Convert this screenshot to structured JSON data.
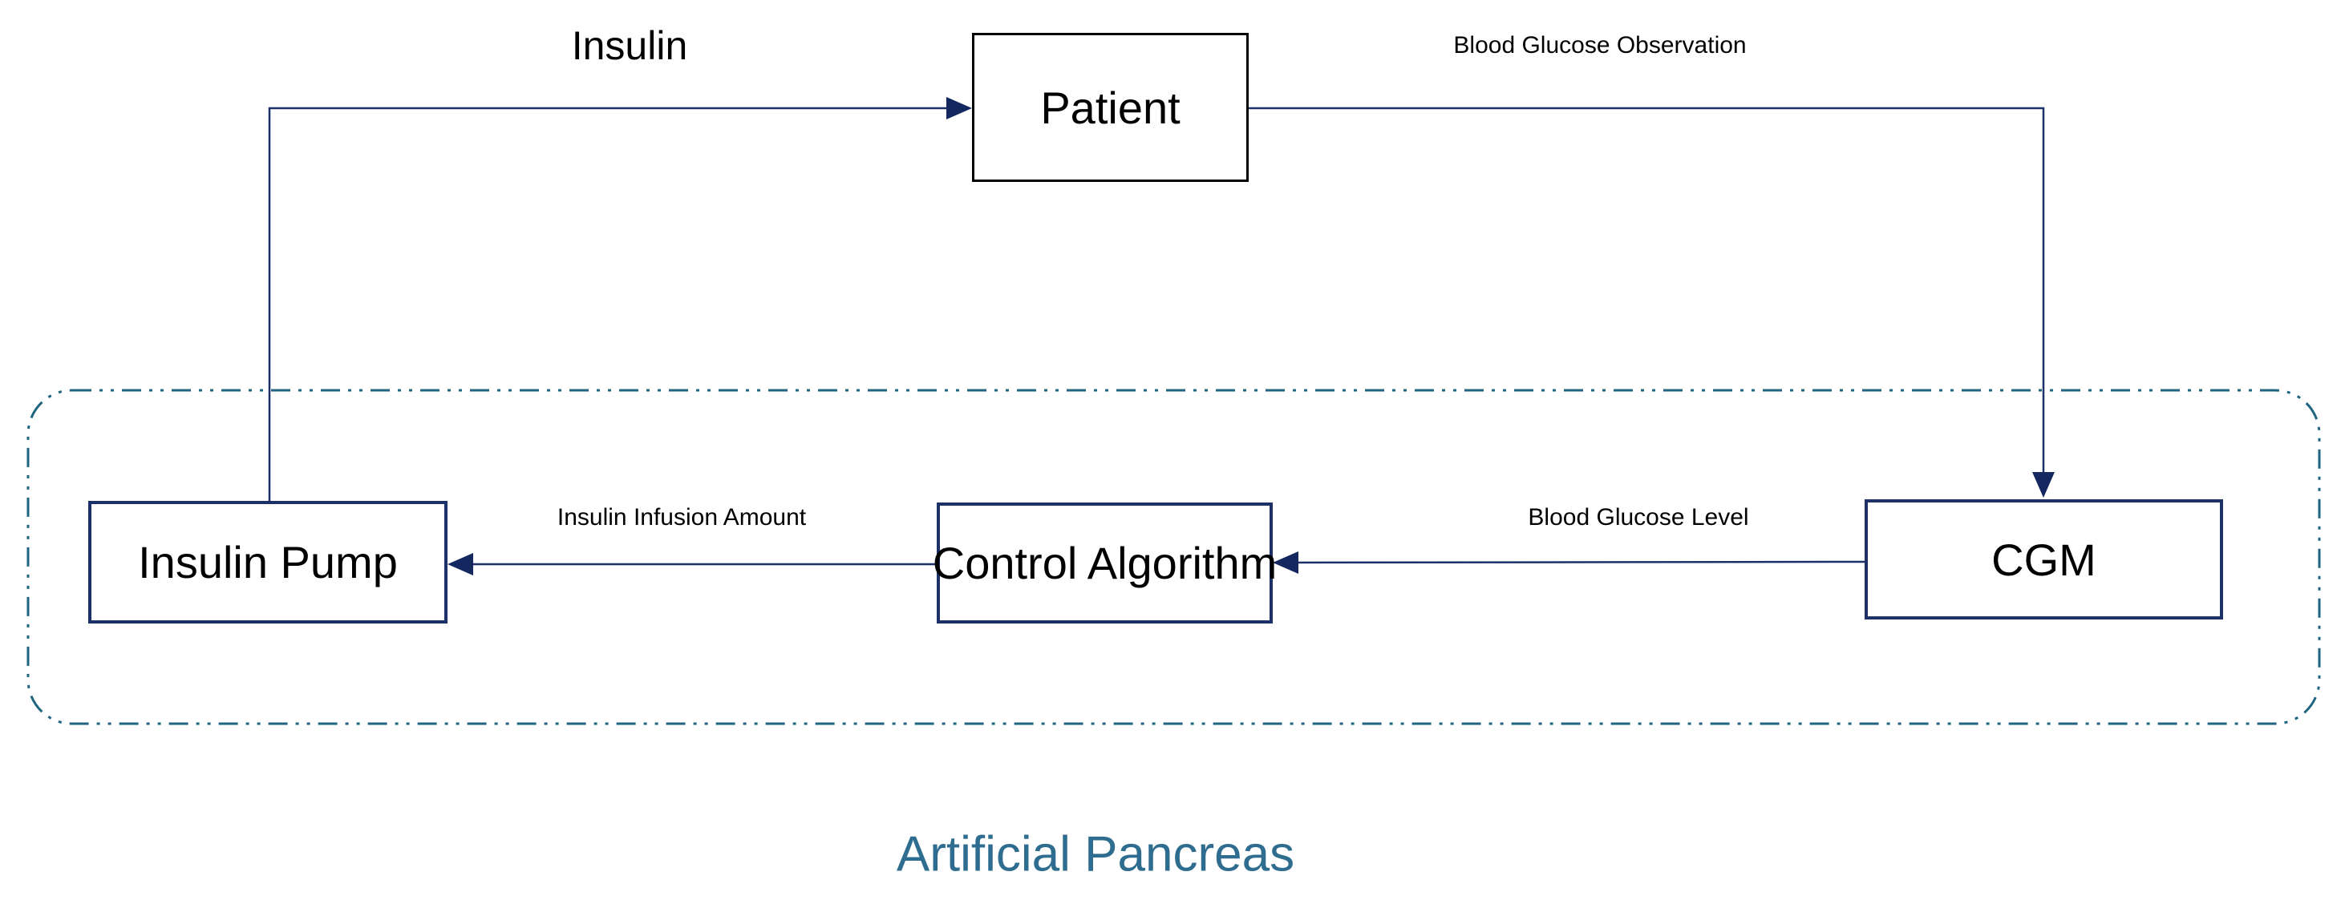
{
  "diagram": {
    "title": "Artificial Pancreas",
    "nodes": {
      "patient": {
        "label": "Patient"
      },
      "insulin_pump": {
        "label": "Insulin Pump"
      },
      "control_algorithm": {
        "label": "Control Algorithm"
      },
      "cgm": {
        "label": "CGM"
      }
    },
    "edges": {
      "insulin": {
        "label": "Insulin",
        "from": "Insulin Pump",
        "to": "Patient"
      },
      "blood_glucose_observation": {
        "label": "Blood Glucose Observation",
        "from": "Patient",
        "to": "CGM"
      },
      "blood_glucose_level": {
        "label": "Blood Glucose Level",
        "from": "CGM",
        "to": "Control Algorithm"
      },
      "insulin_infusion_amount": {
        "label": "Insulin Infusion Amount",
        "from": "Control Algorithm",
        "to": "Insulin Pump"
      }
    },
    "colors": {
      "navy": "#1c3168",
      "arrow_navy": "#14275f",
      "boundary_teal": "#1f6480",
      "title_blue": "#2e6d90",
      "node_border_black": "#000000",
      "background": "#ffffff"
    }
  }
}
